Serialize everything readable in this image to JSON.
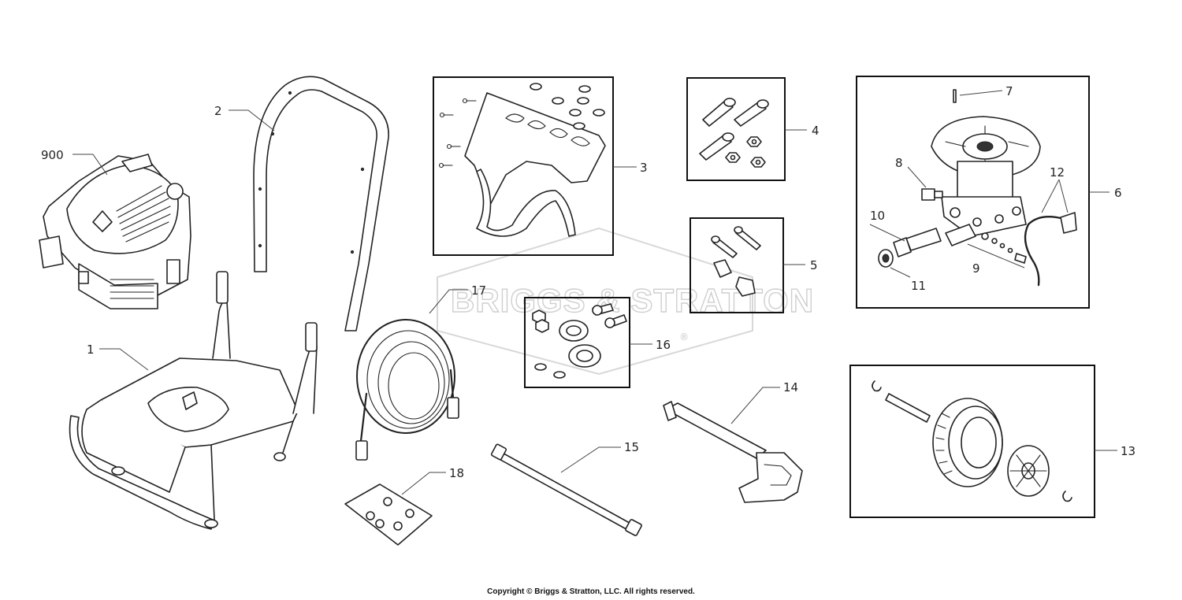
{
  "watermark": {
    "text": "BRIGGS & STRATTON",
    "registered_mark": "®"
  },
  "callouts": {
    "c1": "1",
    "c2": "2",
    "c3": "3",
    "c4": "4",
    "c5": "5",
    "c6": "6",
    "c7": "7",
    "c8": "8",
    "c9": "9",
    "c10": "10",
    "c11": "11",
    "c12": "12",
    "c13": "13",
    "c14": "14",
    "c15": "15",
    "c16": "16",
    "c17": "17",
    "c18": "18",
    "c900": "900"
  },
  "footer": {
    "copyright": "Copyright © Briggs & Stratton, LLC. All rights reserved."
  }
}
